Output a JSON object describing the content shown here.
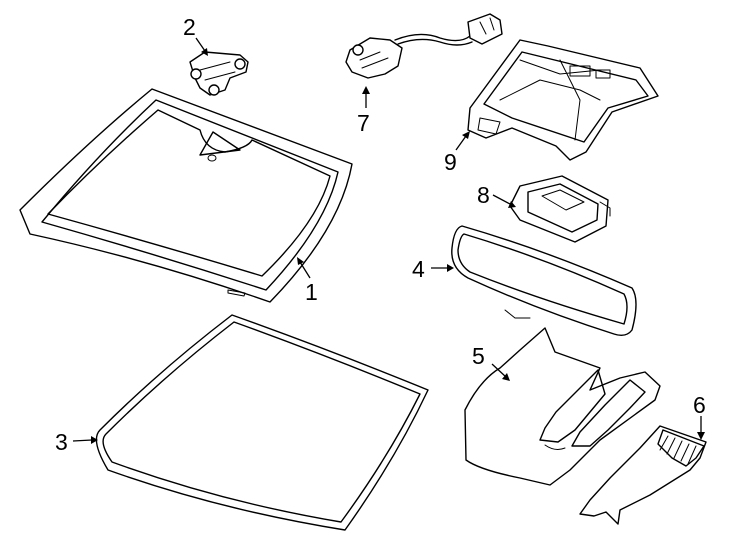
{
  "callouts": [
    {
      "id": "1",
      "text": "1"
    },
    {
      "id": "2",
      "text": "2"
    },
    {
      "id": "3",
      "text": "3"
    },
    {
      "id": "4",
      "text": "4"
    },
    {
      "id": "5",
      "text": "5"
    },
    {
      "id": "6",
      "text": "6"
    },
    {
      "id": "7",
      "text": "7"
    },
    {
      "id": "8",
      "text": "8"
    },
    {
      "id": "9",
      "text": "9"
    }
  ],
  "parts": [
    {
      "callout": "1",
      "icon": "windshield-glass"
    },
    {
      "callout": "2",
      "icon": "rain-sensor"
    },
    {
      "callout": "3",
      "icon": "windshield-seal"
    },
    {
      "callout": "4",
      "icon": "rearview-mirror"
    },
    {
      "callout": "5",
      "icon": "mirror-cover"
    },
    {
      "callout": "6",
      "icon": "sensor-cover"
    },
    {
      "callout": "7",
      "icon": "wiring-harness"
    },
    {
      "callout": "8",
      "icon": "camera-module"
    },
    {
      "callout": "9",
      "icon": "mounting-bracket"
    }
  ]
}
